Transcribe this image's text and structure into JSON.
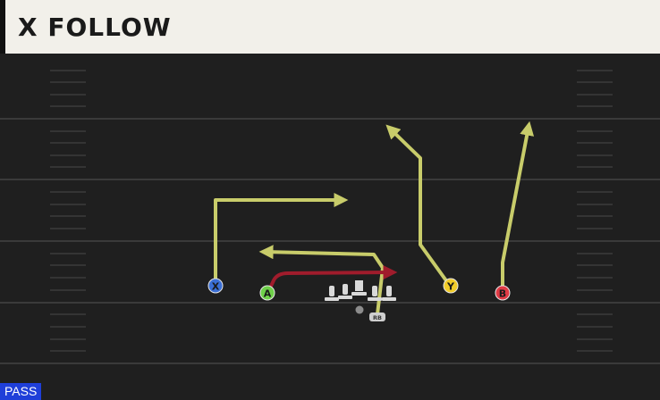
{
  "play": {
    "title": "X FOLLOW",
    "type_tag": "PASS"
  },
  "players": {
    "x": {
      "label": "X",
      "color": "#3b6fd6"
    },
    "a": {
      "label": "A",
      "color": "#6fd04a"
    },
    "y": {
      "label": "Y",
      "color": "#f1cc2a"
    },
    "b": {
      "label": "B",
      "color": "#e03a45"
    },
    "rb": {
      "label": "RB",
      "color": "#cfcfcf"
    }
  },
  "colors": {
    "route": "#c8cc6a",
    "hot_route": "#a01c2c",
    "field": "#1f1f1f",
    "yard_line": "#3a3a3a",
    "hash": "#3c3c3c",
    "lineman": "#d9d9d9"
  }
}
